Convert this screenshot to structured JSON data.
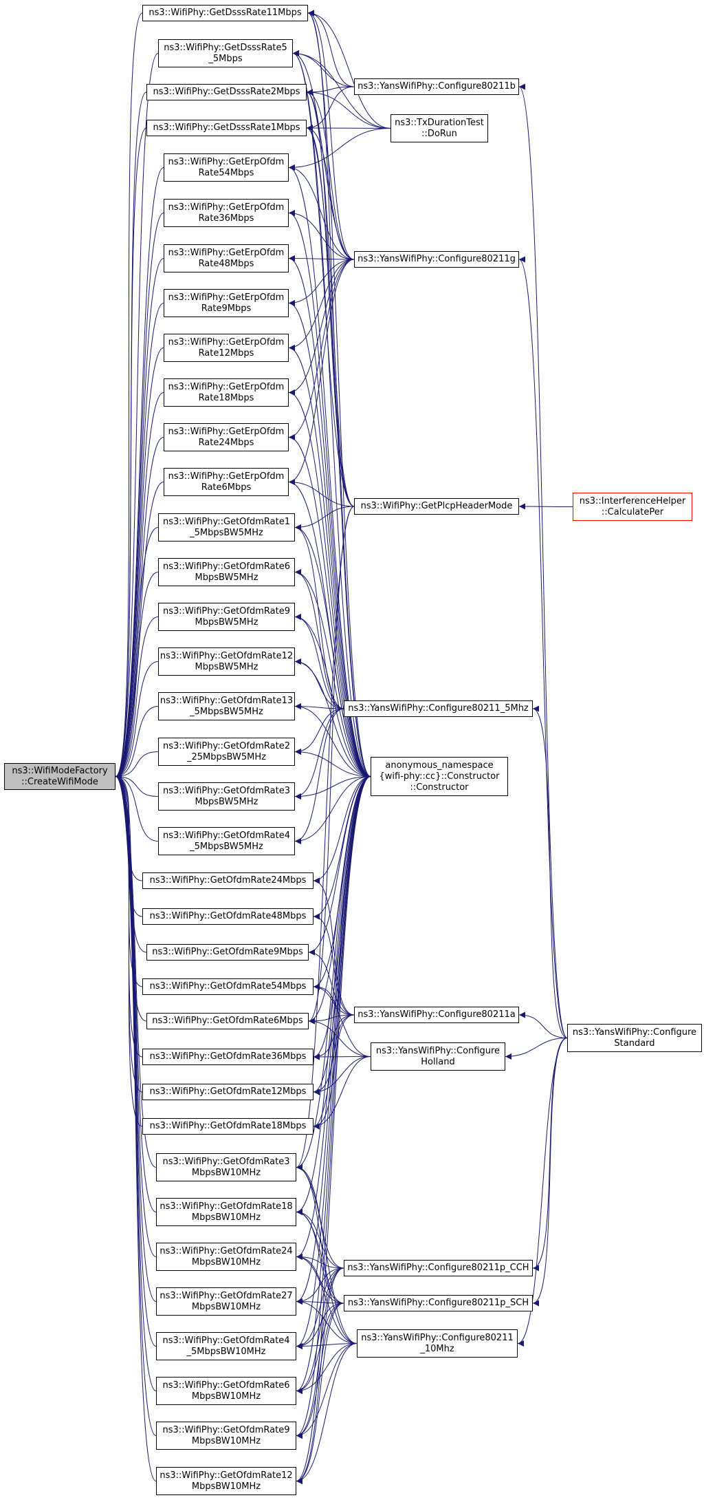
{
  "colors": {
    "edge": "#191970",
    "node_border": "#000000",
    "root_fill": "#bfbfbf",
    "highlight_border": "#ff0000"
  },
  "nodes": [
    {
      "id": "root",
      "lines": [
        "ns3::WifiModeFactory",
        "::CreateWifiMode"
      ],
      "kind": "root"
    },
    {
      "id": "dsss11",
      "lines": [
        "ns3::WifiPhy::GetDsssRate11Mbps"
      ]
    },
    {
      "id": "dsss5",
      "lines": [
        "ns3::WifiPhy::GetDsssRate5",
        "_5Mbps"
      ]
    },
    {
      "id": "dsss2",
      "lines": [
        "ns3::WifiPhy::GetDsssRate2Mbps"
      ]
    },
    {
      "id": "dsss1",
      "lines": [
        "ns3::WifiPhy::GetDsssRate1Mbps"
      ]
    },
    {
      "id": "erp54",
      "lines": [
        "ns3::WifiPhy::GetErpOfdm",
        "Rate54Mbps"
      ]
    },
    {
      "id": "erp36",
      "lines": [
        "ns3::WifiPhy::GetErpOfdm",
        "Rate36Mbps"
      ]
    },
    {
      "id": "erp48",
      "lines": [
        "ns3::WifiPhy::GetErpOfdm",
        "Rate48Mbps"
      ]
    },
    {
      "id": "erp9",
      "lines": [
        "ns3::WifiPhy::GetErpOfdm",
        "Rate9Mbps"
      ]
    },
    {
      "id": "erp12",
      "lines": [
        "ns3::WifiPhy::GetErpOfdm",
        "Rate12Mbps"
      ]
    },
    {
      "id": "erp18",
      "lines": [
        "ns3::WifiPhy::GetErpOfdm",
        "Rate18Mbps"
      ]
    },
    {
      "id": "erp24",
      "lines": [
        "ns3::WifiPhy::GetErpOfdm",
        "Rate24Mbps"
      ]
    },
    {
      "id": "erp6",
      "lines": [
        "ns3::WifiPhy::GetErpOfdm",
        "Rate6Mbps"
      ]
    },
    {
      "id": "o15bw5",
      "lines": [
        "ns3::WifiPhy::GetOfdmRate1",
        "_5MbpsBW5MHz"
      ]
    },
    {
      "id": "o6bw5",
      "lines": [
        "ns3::WifiPhy::GetOfdmRate6",
        "MbpsBW5MHz"
      ]
    },
    {
      "id": "o9bw5",
      "lines": [
        "ns3::WifiPhy::GetOfdmRate9",
        "MbpsBW5MHz"
      ]
    },
    {
      "id": "o12bw5",
      "lines": [
        "ns3::WifiPhy::GetOfdmRate12",
        "MbpsBW5MHz"
      ]
    },
    {
      "id": "o135bw5",
      "lines": [
        "ns3::WifiPhy::GetOfdmRate13",
        "_5MbpsBW5MHz"
      ]
    },
    {
      "id": "o225bw5",
      "lines": [
        "ns3::WifiPhy::GetOfdmRate2",
        "_25MbpsBW5MHz"
      ]
    },
    {
      "id": "o3bw5",
      "lines": [
        "ns3::WifiPhy::GetOfdmRate3",
        "MbpsBW5MHz"
      ]
    },
    {
      "id": "o45bw5",
      "lines": [
        "ns3::WifiPhy::GetOfdmRate4",
        "_5MbpsBW5MHz"
      ]
    },
    {
      "id": "o24",
      "lines": [
        "ns3::WifiPhy::GetOfdmRate24Mbps"
      ]
    },
    {
      "id": "o48",
      "lines": [
        "ns3::WifiPhy::GetOfdmRate48Mbps"
      ]
    },
    {
      "id": "o9",
      "lines": [
        "ns3::WifiPhy::GetOfdmRate9Mbps"
      ]
    },
    {
      "id": "o54",
      "lines": [
        "ns3::WifiPhy::GetOfdmRate54Mbps"
      ]
    },
    {
      "id": "o6",
      "lines": [
        "ns3::WifiPhy::GetOfdmRate6Mbps"
      ]
    },
    {
      "id": "o36",
      "lines": [
        "ns3::WifiPhy::GetOfdmRate36Mbps"
      ]
    },
    {
      "id": "o12",
      "lines": [
        "ns3::WifiPhy::GetOfdmRate12Mbps"
      ]
    },
    {
      "id": "o18",
      "lines": [
        "ns3::WifiPhy::GetOfdmRate18Mbps"
      ]
    },
    {
      "id": "o3bw10",
      "lines": [
        "ns3::WifiPhy::GetOfdmRate3",
        "MbpsBW10MHz"
      ]
    },
    {
      "id": "o18bw10",
      "lines": [
        "ns3::WifiPhy::GetOfdmRate18",
        "MbpsBW10MHz"
      ]
    },
    {
      "id": "o24bw10",
      "lines": [
        "ns3::WifiPhy::GetOfdmRate24",
        "MbpsBW10MHz"
      ]
    },
    {
      "id": "o27bw10",
      "lines": [
        "ns3::WifiPhy::GetOfdmRate27",
        "MbpsBW10MHz"
      ]
    },
    {
      "id": "o45bw10",
      "lines": [
        "ns3::WifiPhy::GetOfdmRate4",
        "_5MbpsBW10MHz"
      ]
    },
    {
      "id": "o6bw10",
      "lines": [
        "ns3::WifiPhy::GetOfdmRate6",
        "MbpsBW10MHz"
      ]
    },
    {
      "id": "o9bw10",
      "lines": [
        "ns3::WifiPhy::GetOfdmRate9",
        "MbpsBW10MHz"
      ]
    },
    {
      "id": "o12bw10",
      "lines": [
        "ns3::WifiPhy::GetOfdmRate12",
        "MbpsBW10MHz"
      ]
    },
    {
      "id": "c11b",
      "lines": [
        "ns3::YansWifiPhy::Configure80211b"
      ]
    },
    {
      "id": "txdur",
      "lines": [
        "ns3::TxDurationTest",
        "::DoRun"
      ]
    },
    {
      "id": "c11g",
      "lines": [
        "ns3::YansWifiPhy::Configure80211g"
      ]
    },
    {
      "id": "plcp",
      "lines": [
        "ns3::WifiPhy::GetPlcpHeaderMode"
      ]
    },
    {
      "id": "interf",
      "lines": [
        "ns3::InterferenceHelper",
        "::CalculatePer"
      ],
      "kind": "red"
    },
    {
      "id": "c11_5",
      "lines": [
        "ns3::YansWifiPhy::Configure80211_5Mhz"
      ]
    },
    {
      "id": "anon",
      "lines": [
        "anonymous_namespace",
        "{wifi-phy::cc}::Constructor",
        "::Constructor"
      ]
    },
    {
      "id": "c11a",
      "lines": [
        "ns3::YansWifiPhy::Configure80211a"
      ]
    },
    {
      "id": "holland",
      "lines": [
        "ns3::YansWifiPhy::Configure",
        "Holland"
      ]
    },
    {
      "id": "cstd",
      "lines": [
        "ns3::YansWifiPhy::Configure",
        "Standard"
      ]
    },
    {
      "id": "ccch",
      "lines": [
        "ns3::YansWifiPhy::Configure80211p_CCH"
      ]
    },
    {
      "id": "csch",
      "lines": [
        "ns3::YansWifiPhy::Configure80211p_SCH"
      ]
    },
    {
      "id": "c10",
      "lines": [
        "ns3::YansWifiPhy::Configure80211",
        "_10Mhz"
      ]
    }
  ],
  "edges": [
    [
      "dsss11",
      "root"
    ],
    [
      "dsss5",
      "root"
    ],
    [
      "dsss2",
      "root"
    ],
    [
      "dsss1",
      "root"
    ],
    [
      "erp54",
      "root"
    ],
    [
      "erp36",
      "root"
    ],
    [
      "erp48",
      "root"
    ],
    [
      "erp9",
      "root"
    ],
    [
      "erp12",
      "root"
    ],
    [
      "erp18",
      "root"
    ],
    [
      "erp24",
      "root"
    ],
    [
      "erp6",
      "root"
    ],
    [
      "o15bw5",
      "root"
    ],
    [
      "o6bw5",
      "root"
    ],
    [
      "o9bw5",
      "root"
    ],
    [
      "o12bw5",
      "root"
    ],
    [
      "o135bw5",
      "root"
    ],
    [
      "o225bw5",
      "root"
    ],
    [
      "o3bw5",
      "root"
    ],
    [
      "o45bw5",
      "root"
    ],
    [
      "o24",
      "root"
    ],
    [
      "o48",
      "root"
    ],
    [
      "o9",
      "root"
    ],
    [
      "o54",
      "root"
    ],
    [
      "o6",
      "root"
    ],
    [
      "o36",
      "root"
    ],
    [
      "o12",
      "root"
    ],
    [
      "o18",
      "root"
    ],
    [
      "o3bw10",
      "root"
    ],
    [
      "o18bw10",
      "root"
    ],
    [
      "o24bw10",
      "root"
    ],
    [
      "o27bw10",
      "root"
    ],
    [
      "o45bw10",
      "root"
    ],
    [
      "o6bw10",
      "root"
    ],
    [
      "o9bw10",
      "root"
    ],
    [
      "o12bw10",
      "root"
    ],
    [
      "c11b",
      "dsss11"
    ],
    [
      "c11b",
      "dsss5"
    ],
    [
      "c11b",
      "dsss2"
    ],
    [
      "c11b",
      "dsss1"
    ],
    [
      "txdur",
      "dsss11"
    ],
    [
      "txdur",
      "dsss5"
    ],
    [
      "txdur",
      "dsss2"
    ],
    [
      "txdur",
      "dsss1"
    ],
    [
      "txdur",
      "erp54"
    ],
    [
      "c11g",
      "dsss11"
    ],
    [
      "c11g",
      "dsss5"
    ],
    [
      "c11g",
      "dsss2"
    ],
    [
      "c11g",
      "dsss1"
    ],
    [
      "c11g",
      "erp54"
    ],
    [
      "c11g",
      "erp36"
    ],
    [
      "c11g",
      "erp48"
    ],
    [
      "c11g",
      "erp9"
    ],
    [
      "c11g",
      "erp12"
    ],
    [
      "c11g",
      "erp18"
    ],
    [
      "c11g",
      "erp24"
    ],
    [
      "c11g",
      "erp6"
    ],
    [
      "plcp",
      "dsss11"
    ],
    [
      "plcp",
      "dsss5"
    ],
    [
      "plcp",
      "dsss2"
    ],
    [
      "plcp",
      "dsss1"
    ],
    [
      "plcp",
      "erp6"
    ],
    [
      "plcp",
      "o15bw5"
    ],
    [
      "plcp",
      "o3bw10"
    ],
    [
      "plcp",
      "o6"
    ],
    [
      "interf",
      "plcp"
    ],
    [
      "c11_5",
      "o15bw5"
    ],
    [
      "c11_5",
      "o6bw5"
    ],
    [
      "c11_5",
      "o9bw5"
    ],
    [
      "c11_5",
      "o12bw5"
    ],
    [
      "c11_5",
      "o135bw5"
    ],
    [
      "c11_5",
      "o225bw5"
    ],
    [
      "c11_5",
      "o3bw5"
    ],
    [
      "c11_5",
      "o45bw5"
    ],
    [
      "anon",
      "dsss11"
    ],
    [
      "anon",
      "dsss5"
    ],
    [
      "anon",
      "dsss2"
    ],
    [
      "anon",
      "dsss1"
    ],
    [
      "anon",
      "erp54"
    ],
    [
      "anon",
      "erp36"
    ],
    [
      "anon",
      "erp48"
    ],
    [
      "anon",
      "erp9"
    ],
    [
      "anon",
      "erp12"
    ],
    [
      "anon",
      "erp18"
    ],
    [
      "anon",
      "erp24"
    ],
    [
      "anon",
      "erp6"
    ],
    [
      "anon",
      "o15bw5"
    ],
    [
      "anon",
      "o6bw5"
    ],
    [
      "anon",
      "o9bw5"
    ],
    [
      "anon",
      "o12bw5"
    ],
    [
      "anon",
      "o135bw5"
    ],
    [
      "anon",
      "o225bw5"
    ],
    [
      "anon",
      "o3bw5"
    ],
    [
      "anon",
      "o45bw5"
    ],
    [
      "anon",
      "o24"
    ],
    [
      "anon",
      "o48"
    ],
    [
      "anon",
      "o9"
    ],
    [
      "anon",
      "o54"
    ],
    [
      "anon",
      "o6"
    ],
    [
      "anon",
      "o36"
    ],
    [
      "anon",
      "o12"
    ],
    [
      "anon",
      "o18"
    ],
    [
      "anon",
      "o3bw10"
    ],
    [
      "anon",
      "o18bw10"
    ],
    [
      "anon",
      "o24bw10"
    ],
    [
      "anon",
      "o27bw10"
    ],
    [
      "anon",
      "o45bw10"
    ],
    [
      "anon",
      "o6bw10"
    ],
    [
      "anon",
      "o9bw10"
    ],
    [
      "anon",
      "o12bw10"
    ],
    [
      "c11a",
      "o24"
    ],
    [
      "c11a",
      "o48"
    ],
    [
      "c11a",
      "o9"
    ],
    [
      "c11a",
      "o54"
    ],
    [
      "c11a",
      "o6"
    ],
    [
      "c11a",
      "o36"
    ],
    [
      "c11a",
      "o12"
    ],
    [
      "c11a",
      "o18"
    ],
    [
      "holland",
      "o54"
    ],
    [
      "holland",
      "o6"
    ],
    [
      "holland",
      "o12"
    ],
    [
      "holland",
      "o18"
    ],
    [
      "holland",
      "o36"
    ],
    [
      "ccch",
      "o3bw10"
    ],
    [
      "ccch",
      "o18bw10"
    ],
    [
      "ccch",
      "o24bw10"
    ],
    [
      "ccch",
      "o27bw10"
    ],
    [
      "ccch",
      "o45bw10"
    ],
    [
      "ccch",
      "o6bw10"
    ],
    [
      "ccch",
      "o9bw10"
    ],
    [
      "ccch",
      "o12bw10"
    ],
    [
      "csch",
      "o3bw10"
    ],
    [
      "csch",
      "o18bw10"
    ],
    [
      "csch",
      "o24bw10"
    ],
    [
      "csch",
      "o27bw10"
    ],
    [
      "csch",
      "o45bw10"
    ],
    [
      "csch",
      "o6bw10"
    ],
    [
      "csch",
      "o9bw10"
    ],
    [
      "csch",
      "o12bw10"
    ],
    [
      "c10",
      "o3bw10"
    ],
    [
      "c10",
      "o18bw10"
    ],
    [
      "c10",
      "o24bw10"
    ],
    [
      "c10",
      "o27bw10"
    ],
    [
      "c10",
      "o45bw10"
    ],
    [
      "c10",
      "o6bw10"
    ],
    [
      "c10",
      "o9bw10"
    ],
    [
      "c10",
      "o12bw10"
    ],
    [
      "cstd",
      "c11b"
    ],
    [
      "cstd",
      "c11g"
    ],
    [
      "cstd",
      "c11_5"
    ],
    [
      "cstd",
      "c11a"
    ],
    [
      "cstd",
      "holland"
    ],
    [
      "cstd",
      "ccch"
    ],
    [
      "cstd",
      "csch"
    ],
    [
      "cstd",
      "c10"
    ]
  ]
}
